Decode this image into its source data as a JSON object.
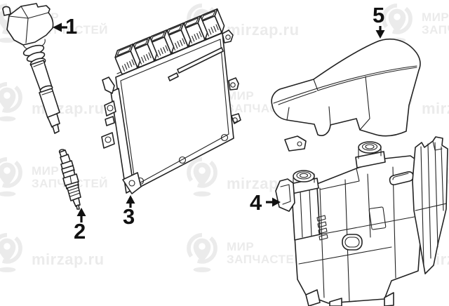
{
  "colors": {
    "background": "#ffffff",
    "ink": "#222222",
    "watermark": "#ebebeb"
  },
  "watermark": {
    "logo": "map-pin-in-ring-icon",
    "brand_line1": "МИР",
    "brand_line2": "ЗАПЧАСТЕЙ",
    "site": "mirzap.ru"
  },
  "parts": [
    {
      "number": "1"
    },
    {
      "number": "2"
    },
    {
      "number": "3"
    },
    {
      "number": "4"
    },
    {
      "number": "5"
    }
  ]
}
